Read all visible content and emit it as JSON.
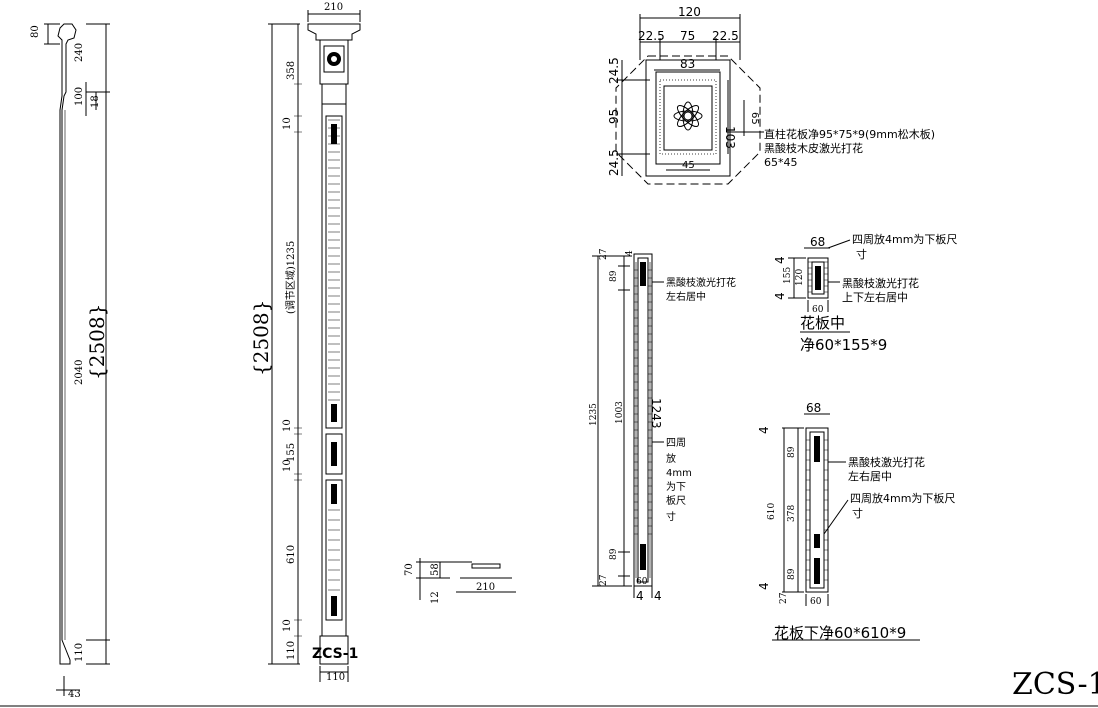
{
  "title_block": {
    "drawing_code": "ZCS-1"
  },
  "side_profile": {
    "dims": {
      "top": "80",
      "cap": "240",
      "d100": "100",
      "d18": "18",
      "total": "{2508}",
      "shaft": "2040",
      "base": "110",
      "foot": "43"
    }
  },
  "front_column": {
    "label": "ZCS-1",
    "dims": {
      "width_top": "210",
      "width_bottom": "110",
      "total": "{2508}",
      "d358": "358",
      "d10a": "10",
      "d1235": "(调节区域)1235",
      "d10b": "10",
      "d10c": "10",
      "d155": "155",
      "d610": "610",
      "d10d": "10",
      "d110": "110"
    }
  },
  "small_section": {
    "dims": {
      "d70": "70",
      "d58": "58",
      "d12": "12",
      "d210": "210"
    }
  },
  "capital_plan": {
    "dims": {
      "d120": "120",
      "d22_5a": "22.5",
      "d75": "75",
      "d22_5b": "22.5",
      "d83": "83",
      "d24_5a": "24.5",
      "d95": "95",
      "d24_5b": "24.5",
      "d103": "103",
      "d65": "65",
      "d45": "45"
    },
    "notes": {
      "line1": "直柱花板净95*75*9(9mm松木板)",
      "line2": "黑酸枝木皮激光打花",
      "line3": "65*45"
    }
  },
  "panel_tall": {
    "dims": {
      "d27a": "27",
      "d4": "4",
      "d89a": "89",
      "d1235": "1235",
      "d1003": "1003",
      "d1243": "1243",
      "d89b": "89",
      "d27b": "27",
      "d60": "60",
      "d4a": "4",
      "d4b": "4"
    },
    "notes": {
      "laser_1": "黑酸枝激光打花",
      "laser_2": "左右居中",
      "margin_1": "四周",
      "margin_2": "放",
      "margin_3": "4mm",
      "margin_4": "为下",
      "margin_5": "板尺",
      "margin_6": "寸"
    }
  },
  "panel_mid": {
    "dims": {
      "d68": "68",
      "d4a": "4",
      "d155": "155",
      "d120": "120",
      "d4b": "4",
      "d60": "60"
    },
    "notes": {
      "margin_1": "四周放4mm为下板尺",
      "margin_2": "寸",
      "laser_1": "黑酸枝激光打花",
      "laser_2": "上下左右居中"
    },
    "caption_1": "花板中",
    "caption_2": "净60*155*9"
  },
  "panel_low": {
    "dims": {
      "d68": "68",
      "d4a": "4",
      "d89a": "89",
      "d610": "610",
      "d378": "378",
      "d89b": "89",
      "d4b": "4",
      "d27": "27",
      "d60": "60"
    },
    "notes": {
      "laser_1": "黑酸枝激光打花",
      "laser_2": "左右居中",
      "margin_1": "四周放4mm为下板尺",
      "margin_2": "寸"
    },
    "caption": "花板下净60*610*9"
  }
}
